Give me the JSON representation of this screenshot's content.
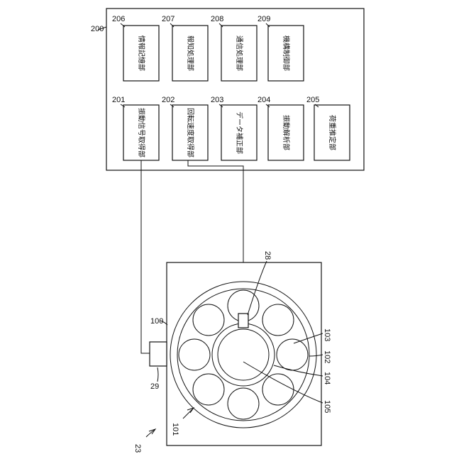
{
  "system": {
    "id": "200",
    "units_top": [
      {
        "id": "206",
        "text": "情報記憶部"
      },
      {
        "id": "207",
        "text": "報知処理部"
      },
      {
        "id": "208",
        "text": "通信処理部"
      },
      {
        "id": "209",
        "text": "機構制御部"
      }
    ],
    "units_bottom": [
      {
        "id": "201",
        "text": "振動信号取得部"
      },
      {
        "id": "202",
        "text": "回転速度取得部"
      },
      {
        "id": "203",
        "text": "データ補正部"
      },
      {
        "id": "204",
        "text": "振動解析部"
      },
      {
        "id": "205",
        "text": "荷重推定部"
      }
    ]
  },
  "device": {
    "ref_23": "23",
    "ref_101": "101",
    "ref_100": "100",
    "ref_29": "29",
    "ref_28": "28",
    "ref_103": "103",
    "ref_102": "102",
    "ref_104": "104",
    "ref_105": "105"
  }
}
